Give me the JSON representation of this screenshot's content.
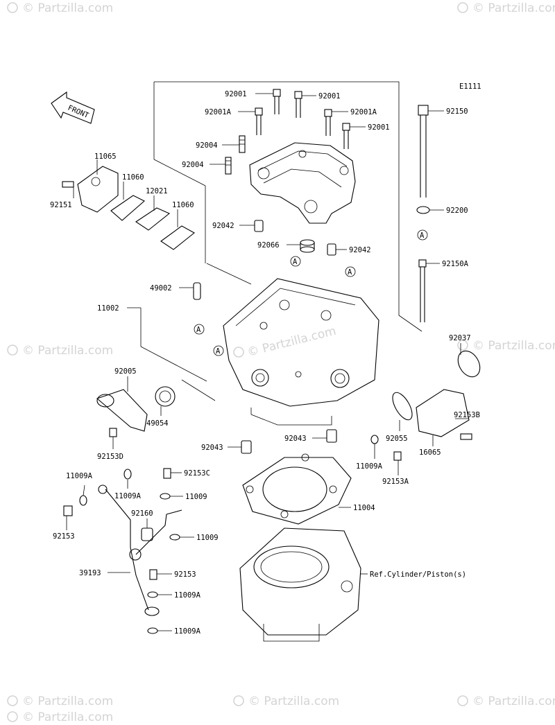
{
  "diagram_code": "E1111",
  "front_label": "FRONT",
  "reference_label": "Ref.Cylinder/Piston(s)",
  "callout_a": "A",
  "watermark": "© Partzilla.com",
  "parts": {
    "p_92001_a": "92001",
    "p_92001_b": "92001",
    "p_92001A_a": "92001A",
    "p_92001A_b": "92001A",
    "p_92001_c": "92001",
    "p_92004_a": "92004",
    "p_92004_b": "92004",
    "p_92042_a": "92042",
    "p_92066": "92066",
    "p_92042_b": "92042",
    "p_11065": "11065",
    "p_11060_a": "11060",
    "p_12021": "12021",
    "p_11060_b": "11060",
    "p_92151": "92151",
    "p_49002": "49002",
    "p_11002": "11002",
    "p_92005": "92005",
    "p_49054": "49054",
    "p_92153D": "92153D",
    "p_92150": "92150",
    "p_92200": "92200",
    "p_92150A": "92150A",
    "p_92037": "92037",
    "p_92153B": "92153B",
    "p_92055": "92055",
    "p_16065": "16065",
    "p_92043_a": "92043",
    "p_92043_b": "92043",
    "p_11009A_a": "11009A",
    "p_92153A": "92153A",
    "p_11009A_b": "11009A",
    "p_11009A_c": "11009A",
    "p_92153C": "92153C",
    "p_11009_a": "11009",
    "p_92160": "92160",
    "p_11009_b": "11009",
    "p_92153_a": "92153",
    "p_11004": "11004",
    "p_39193": "39193",
    "p_92153_b": "92153",
    "p_11009A_d": "11009A",
    "p_11009A_e": "11009A"
  }
}
